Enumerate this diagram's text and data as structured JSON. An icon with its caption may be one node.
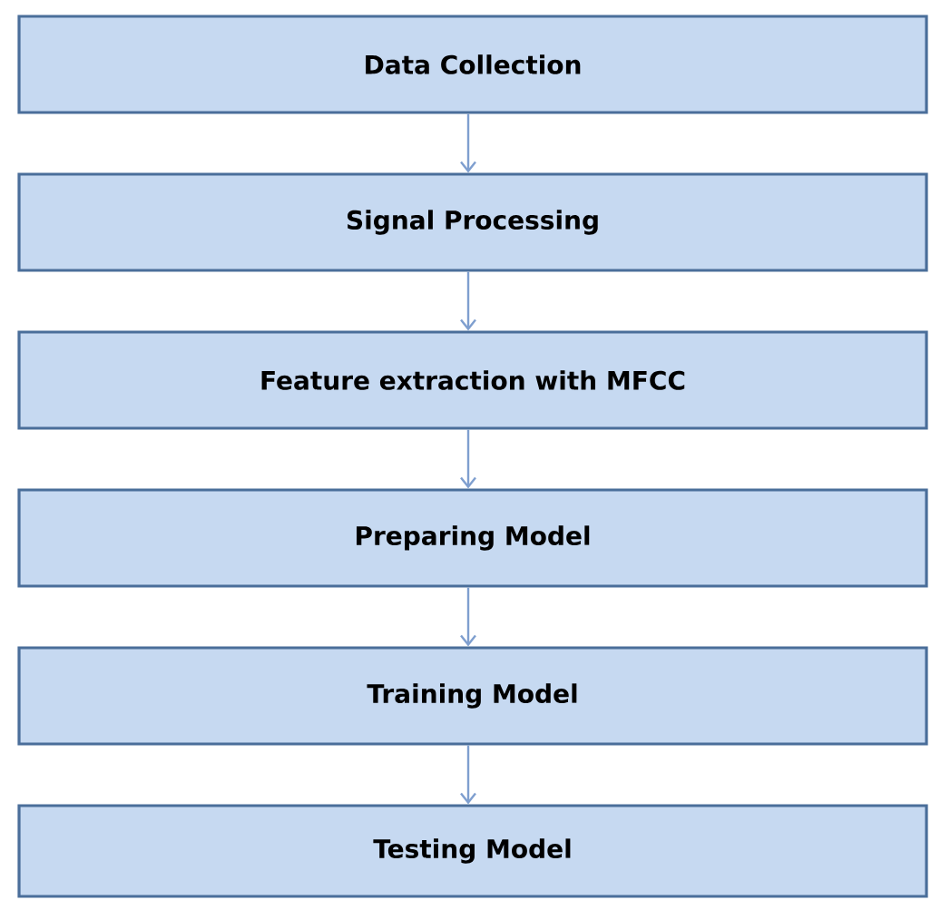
{
  "diagram": {
    "nodes": [
      {
        "text": [
          "Data Collection"
        ]
      },
      {
        "text": [
          "Signal Processing"
        ]
      },
      {
        "text": [
          "Feature extraction with MFCC"
        ]
      },
      {
        "text": [
          "Preparing Model"
        ]
      },
      {
        "text": [
          "Training Model"
        ]
      },
      {
        "text": [
          "Testing Model"
        ]
      }
    ],
    "edges": [
      {
        "from": 0,
        "to": 1,
        "arrow": "to"
      },
      {
        "from": 1,
        "to": 2,
        "arrow": "to"
      },
      {
        "from": 2,
        "to": 3,
        "arrow": "to"
      },
      {
        "from": 3,
        "to": 4,
        "arrow": "to"
      },
      {
        "from": 4,
        "to": 5,
        "arrow": "to"
      }
    ]
  }
}
